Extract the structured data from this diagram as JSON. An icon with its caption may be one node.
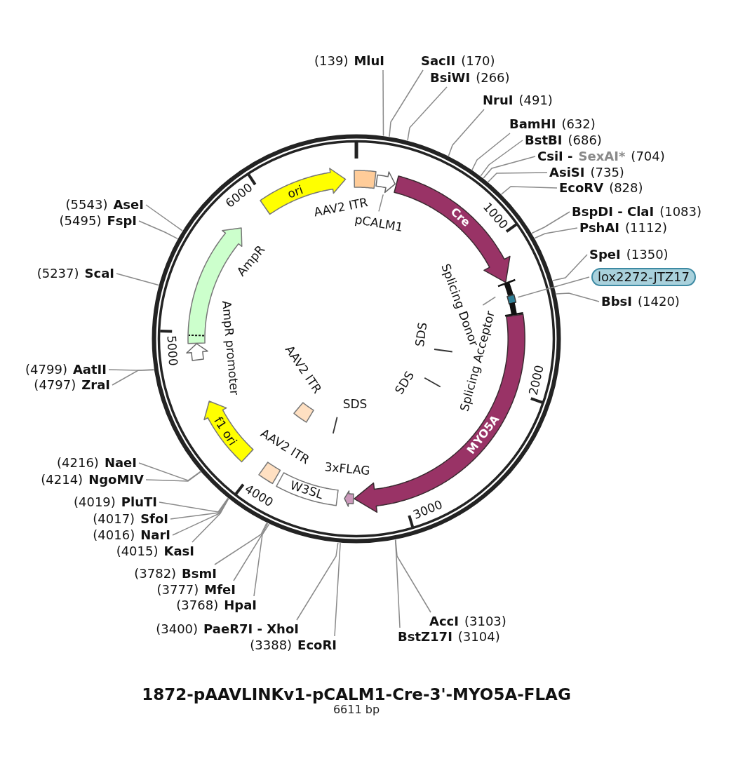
{
  "diagram": {
    "title": "1872-pAAVLINKv1-pCALM1-Cre-3'-MYO5A-FLAG",
    "caption": "6611 bp",
    "nodes": [
      {
        "text": [
          "ori"
        ]
      },
      {
        "text": [],
        "shape": "box"
      },
      {
        "text": [],
        "shape": "arrow"
      },
      {
        "text": [
          "pCALM1"
        ]
      },
      {
        "text": [
          "Cre"
        ]
      },
      {
        "text": [],
        "shape": "bar"
      },
      {
        "text": [
          "Splicing Donor"
        ]
      },
      {
        "text": [],
        "shape": "box"
      },
      {
        "text": [
          "lox2272-JTZ17"
        ]
      },
      {
        "text": [],
        "shape": "bar"
      },
      {
        "text": [
          "MYO5A"
        ]
      },
      {
        "text": [],
        "shape": "arrow"
      },
      {
        "text": [
          "W3SL"
        ]
      },
      {
        "text": [],
        "shape": "box",
        "beside": [
          "AAV2 ITR"
        ]
      },
      {
        "text": [
          "f1 ori"
        ]
      },
      {
        "text": [],
        "shape": "arrow"
      },
      {
        "text": [],
        "shape": "arrow",
        "beside": [
          "AmpR"
        ]
      },
      {
        "text": [],
        "shape": "box",
        "beside": [
          "AAV2 ITR"
        ]
      },
      {
        "text": [
          "(139)",
          "MluI"
        ]
      },
      {
        "text": [
          "SacII",
          "(170)"
        ]
      },
      {
        "text": [
          "BsiWI",
          "(266)"
        ]
      },
      {
        "text": [
          "NruI",
          "(491)"
        ]
      },
      {
        "text": [
          "BamHI",
          "(632)"
        ]
      },
      {
        "text": [
          "BstBI",
          "(686)"
        ]
      },
      {
        "text": [
          "CsiI -",
          "SexAI*",
          "(704)"
        ]
      },
      {
        "text": [
          "AsiSI",
          "(735)"
        ]
      },
      {
        "text": [
          "EcoRV",
          "(828)"
        ]
      },
      {
        "text": [
          "BspDI - ClaI",
          "(1083)"
        ]
      },
      {
        "text": [
          "PshAI",
          "(1112)"
        ]
      },
      {
        "text": [
          "SpeI",
          "(1350)"
        ]
      },
      {
        "text": [
          "BbsI",
          "(1420)"
        ]
      },
      {
        "text": [
          "AccI",
          "(3103)"
        ]
      },
      {
        "text": [
          "BstZ17I",
          "(3104)"
        ]
      },
      {
        "text": [
          "(3388)",
          "EcoRI"
        ]
      },
      {
        "text": [
          "(3400)",
          "PaeR7I - XhoI"
        ]
      },
      {
        "text": [
          "(3768)",
          "HpaI"
        ]
      },
      {
        "text": [
          "(3777)",
          "MfeI"
        ]
      },
      {
        "text": [
          "(3782)",
          "BsmI"
        ]
      },
      {
        "text": [
          "(4015)",
          "KasI"
        ]
      },
      {
        "text": [
          "(4016)",
          "NarI"
        ]
      },
      {
        "text": [
          "(4017)",
          "SfoI"
        ]
      },
      {
        "text": [
          "(4019)",
          "PluTI"
        ]
      },
      {
        "text": [
          "(4214)",
          "NgoMIV"
        ]
      },
      {
        "text": [
          "(4216)",
          "NaeI"
        ]
      },
      {
        "text": [
          "(4797)",
          "ZraI"
        ]
      },
      {
        "text": [
          "(4799)",
          "AatII"
        ]
      },
      {
        "text": [
          "(5237)",
          "ScaI"
        ]
      },
      {
        "text": [
          "(5495)",
          "FspI"
        ]
      },
      {
        "text": [
          "(5543)",
          "AseI"
        ]
      }
    ],
    "edges": [
      {
        "from": 3,
        "to": 2,
        "arrow": "none"
      },
      {
        "from": 6,
        "to": 5,
        "arrow": "none"
      },
      {
        "from": 8,
        "to": 7,
        "arrow": "none"
      },
      {
        "from": 18,
        "to": null,
        "arrow": "none"
      },
      {
        "from": 19,
        "to": null,
        "arrow": "none"
      },
      {
        "from": 20,
        "to": null,
        "arrow": "none"
      },
      {
        "from": 21,
        "to": null,
        "arrow": "none"
      },
      {
        "from": 22,
        "to": null,
        "arrow": "none"
      },
      {
        "from": 23,
        "to": null,
        "arrow": "none"
      },
      {
        "from": 24,
        "to": null,
        "arrow": "none"
      },
      {
        "from": 25,
        "to": null,
        "arrow": "none"
      },
      {
        "from": 26,
        "to": null,
        "arrow": "none"
      },
      {
        "from": 27,
        "to": null,
        "arrow": "none"
      },
      {
        "from": 28,
        "to": null,
        "arrow": "none"
      },
      {
        "from": 29,
        "to": null,
        "arrow": "none"
      },
      {
        "from": 30,
        "to": null,
        "arrow": "none"
      },
      {
        "from": 31,
        "to": null,
        "arrow": "none"
      },
      {
        "from": 32,
        "to": null,
        "arrow": "none"
      },
      {
        "from": 33,
        "to": null,
        "arrow": "none"
      },
      {
        "from": 34,
        "to": null,
        "arrow": "none"
      },
      {
        "from": 35,
        "to": null,
        "arrow": "none"
      },
      {
        "from": 36,
        "to": null,
        "arrow": "none"
      },
      {
        "from": 37,
        "to": null,
        "arrow": "none"
      },
      {
        "from": 38,
        "to": null,
        "arrow": "none"
      },
      {
        "from": 39,
        "to": null,
        "arrow": "none"
      },
      {
        "from": 40,
        "to": null,
        "arrow": "none"
      },
      {
        "from": 41,
        "to": null,
        "arrow": "none"
      },
      {
        "from": 42,
        "to": null,
        "arrow": "none"
      },
      {
        "from": 43,
        "to": null,
        "arrow": "none"
      },
      {
        "from": 44,
        "to": null,
        "arrow": "none"
      },
      {
        "from": 45,
        "to": null,
        "arrow": "none"
      },
      {
        "from": 46,
        "to": null,
        "arrow": "none"
      },
      {
        "from": 47,
        "to": null,
        "arrow": "none"
      },
      {
        "from": 48,
        "to": null,
        "arrow": "none"
      }
    ],
    "labels": [
      "AAV2 ITR",
      "Splicing Acceptor",
      "SDS",
      "SDS",
      "SDS",
      "3xFLAG",
      "AmpR promoter",
      "1000",
      "2000",
      "3000",
      "4000",
      "5000",
      "6000"
    ]
  }
}
